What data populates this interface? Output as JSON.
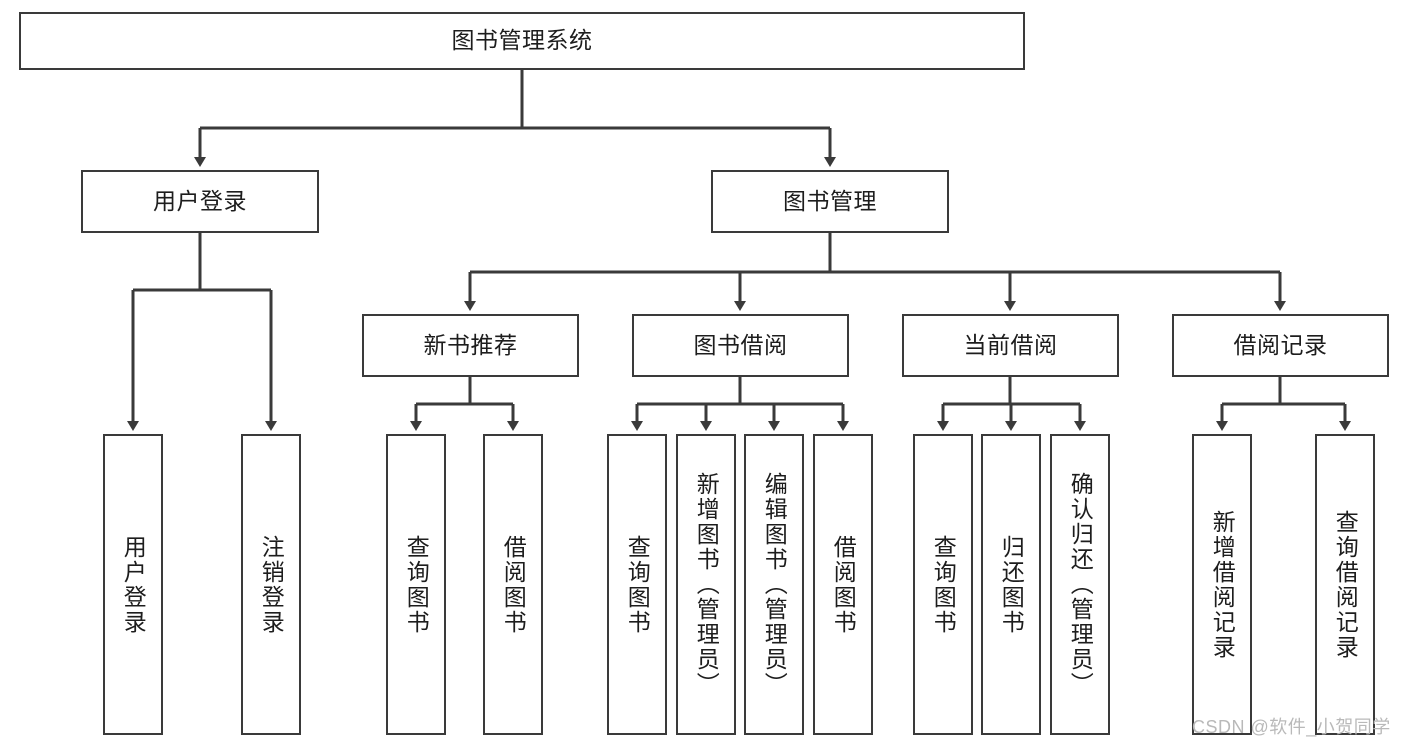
{
  "diagram": {
    "type": "tree-hierarchy-chart",
    "title": "图书管理系统",
    "watermark": "CSDN @软件_小贺同学",
    "colors": {
      "box_border": "#3a3a3a",
      "box_fill": "#ffffff",
      "edge": "#3a3a3a",
      "text": "#1d1d1d",
      "watermark": "#b9b9b9",
      "background": "#ffffff"
    },
    "root": {
      "id": "root",
      "label": "图书管理系统"
    },
    "level2": [
      {
        "id": "user-login",
        "label": "用户登录"
      },
      {
        "id": "book-mgmt",
        "label": "图书管理"
      }
    ],
    "level3": [
      {
        "id": "new-book-rec",
        "label": "新书推荐",
        "parent": "book-mgmt"
      },
      {
        "id": "book-borrow",
        "label": "图书借阅",
        "parent": "book-mgmt"
      },
      {
        "id": "current-borrow",
        "label": "当前借阅",
        "parent": "book-mgmt"
      },
      {
        "id": "borrow-record",
        "label": "借阅记录",
        "parent": "book-mgmt"
      }
    ],
    "leaves": [
      {
        "id": "leaf-user-login",
        "label": "用户登录",
        "parent": "user-login"
      },
      {
        "id": "leaf-user-logout",
        "label": "注销登录",
        "parent": "user-login"
      },
      {
        "id": "leaf-query-book-a",
        "label": "查询图书",
        "parent": "new-book-rec"
      },
      {
        "id": "leaf-borrow-book-a",
        "label": "借阅图书",
        "parent": "new-book-rec"
      },
      {
        "id": "leaf-query-book-b",
        "label": "查询图书",
        "parent": "book-borrow"
      },
      {
        "id": "leaf-add-book",
        "label": "新增图书（管理员）",
        "parent": "book-borrow"
      },
      {
        "id": "leaf-edit-book",
        "label": "编辑图书（管理员）",
        "parent": "book-borrow"
      },
      {
        "id": "leaf-borrow-book-b",
        "label": "借阅图书",
        "parent": "book-borrow"
      },
      {
        "id": "leaf-query-book-c",
        "label": "查询图书",
        "parent": "current-borrow"
      },
      {
        "id": "leaf-return-book",
        "label": "归还图书",
        "parent": "current-borrow"
      },
      {
        "id": "leaf-confirm-return",
        "label": "确认归还（管理员）",
        "parent": "current-borrow"
      },
      {
        "id": "leaf-add-record",
        "label": "新增借阅记录",
        "parent": "borrow-record"
      },
      {
        "id": "leaf-query-record",
        "label": "查询借阅记录",
        "parent": "borrow-record"
      }
    ]
  }
}
